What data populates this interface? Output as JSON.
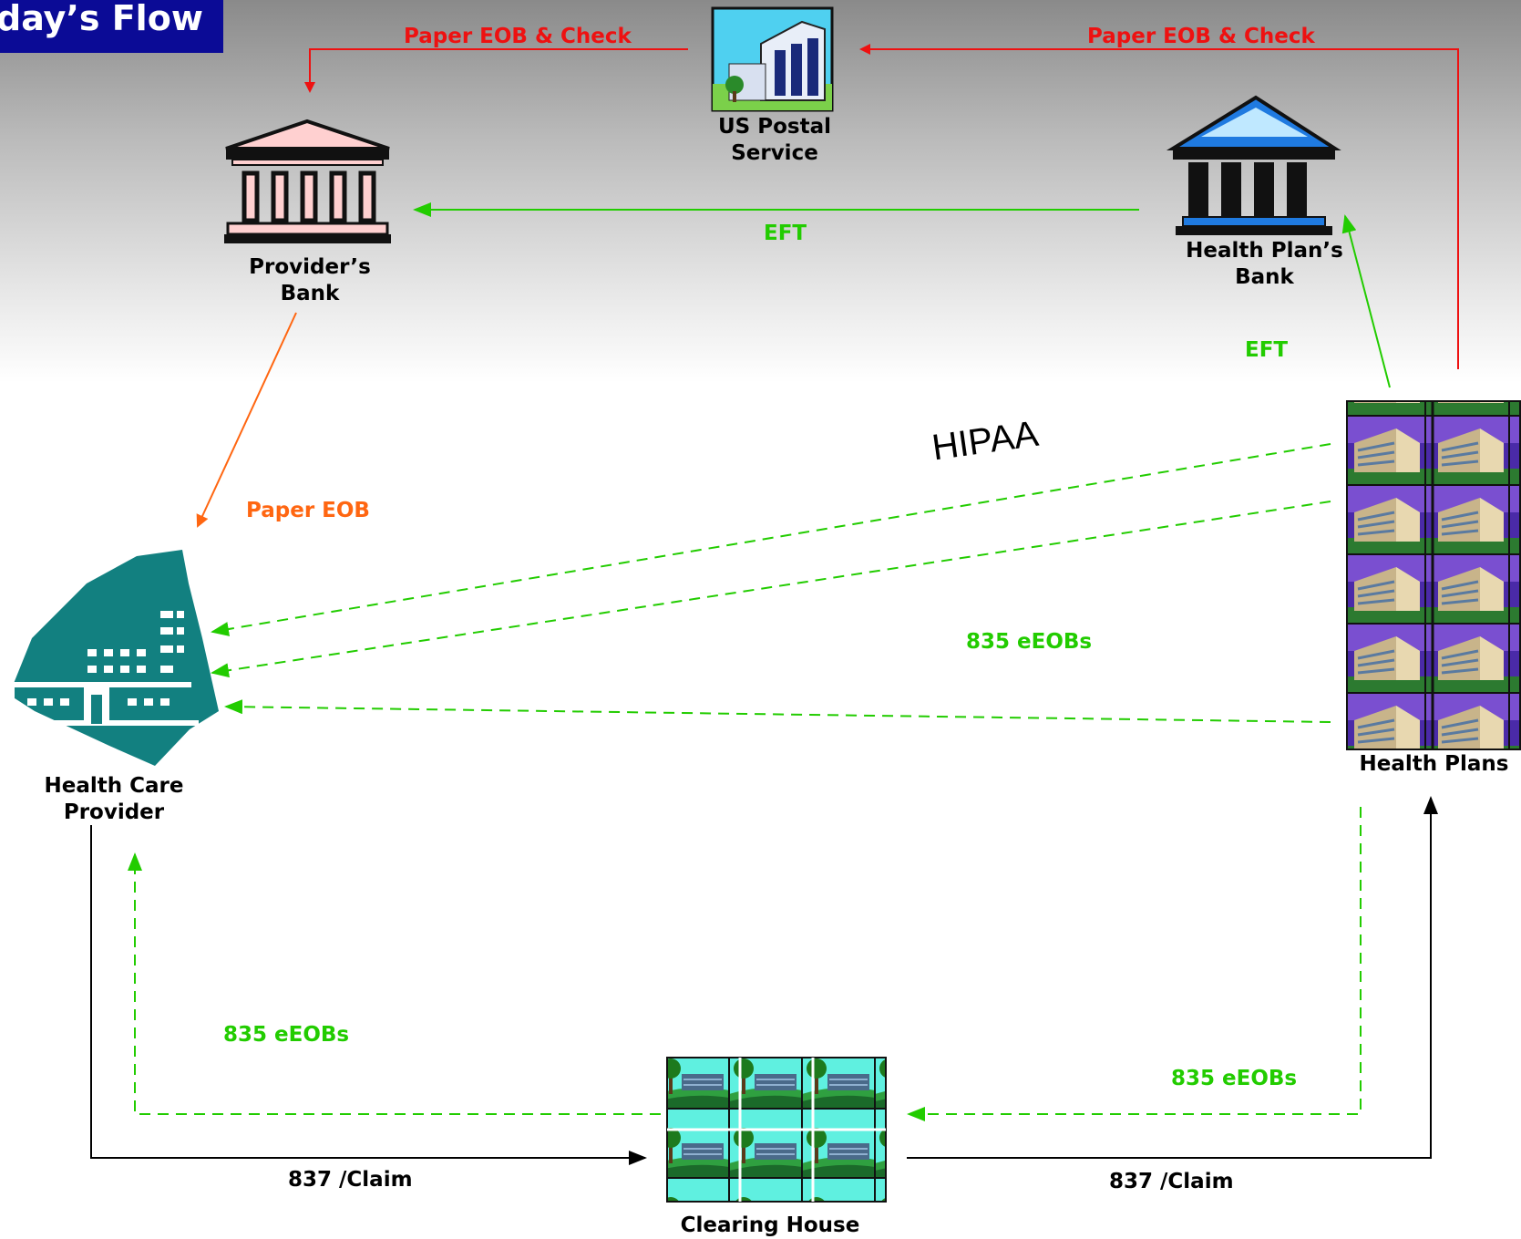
{
  "title": "day’s Flow",
  "nodes": {
    "postal": "US Postal Service",
    "providers_bank": "Provider’s Bank",
    "plans_bank": "Health Plan’s Bank",
    "provider": "Health Care Provider",
    "plans": "Health Plans",
    "clearing_house": "Clearing House"
  },
  "labels": {
    "paper_eob_check_left": "Paper EOB & Check",
    "paper_eob_check_right": "Paper EOB & Check",
    "eft_horizontal": "EFT",
    "eft_vertical": "EFT",
    "paper_eob": "Paper EOB",
    "hipaa": "HIPAA",
    "eeob_mid": "835 eEOBs",
    "eeob_left": "835 eEOBs",
    "eeob_right": "835 eEOBs",
    "claim_left": "837 /Claim",
    "claim_right": "837 /Claim"
  },
  "colors": {
    "paper_flow": "#ee1111",
    "eft_flow": "#22cc00",
    "paper_eob_flow": "#ff6611",
    "claim_flow": "#000000",
    "banner": "#0b0b96"
  }
}
